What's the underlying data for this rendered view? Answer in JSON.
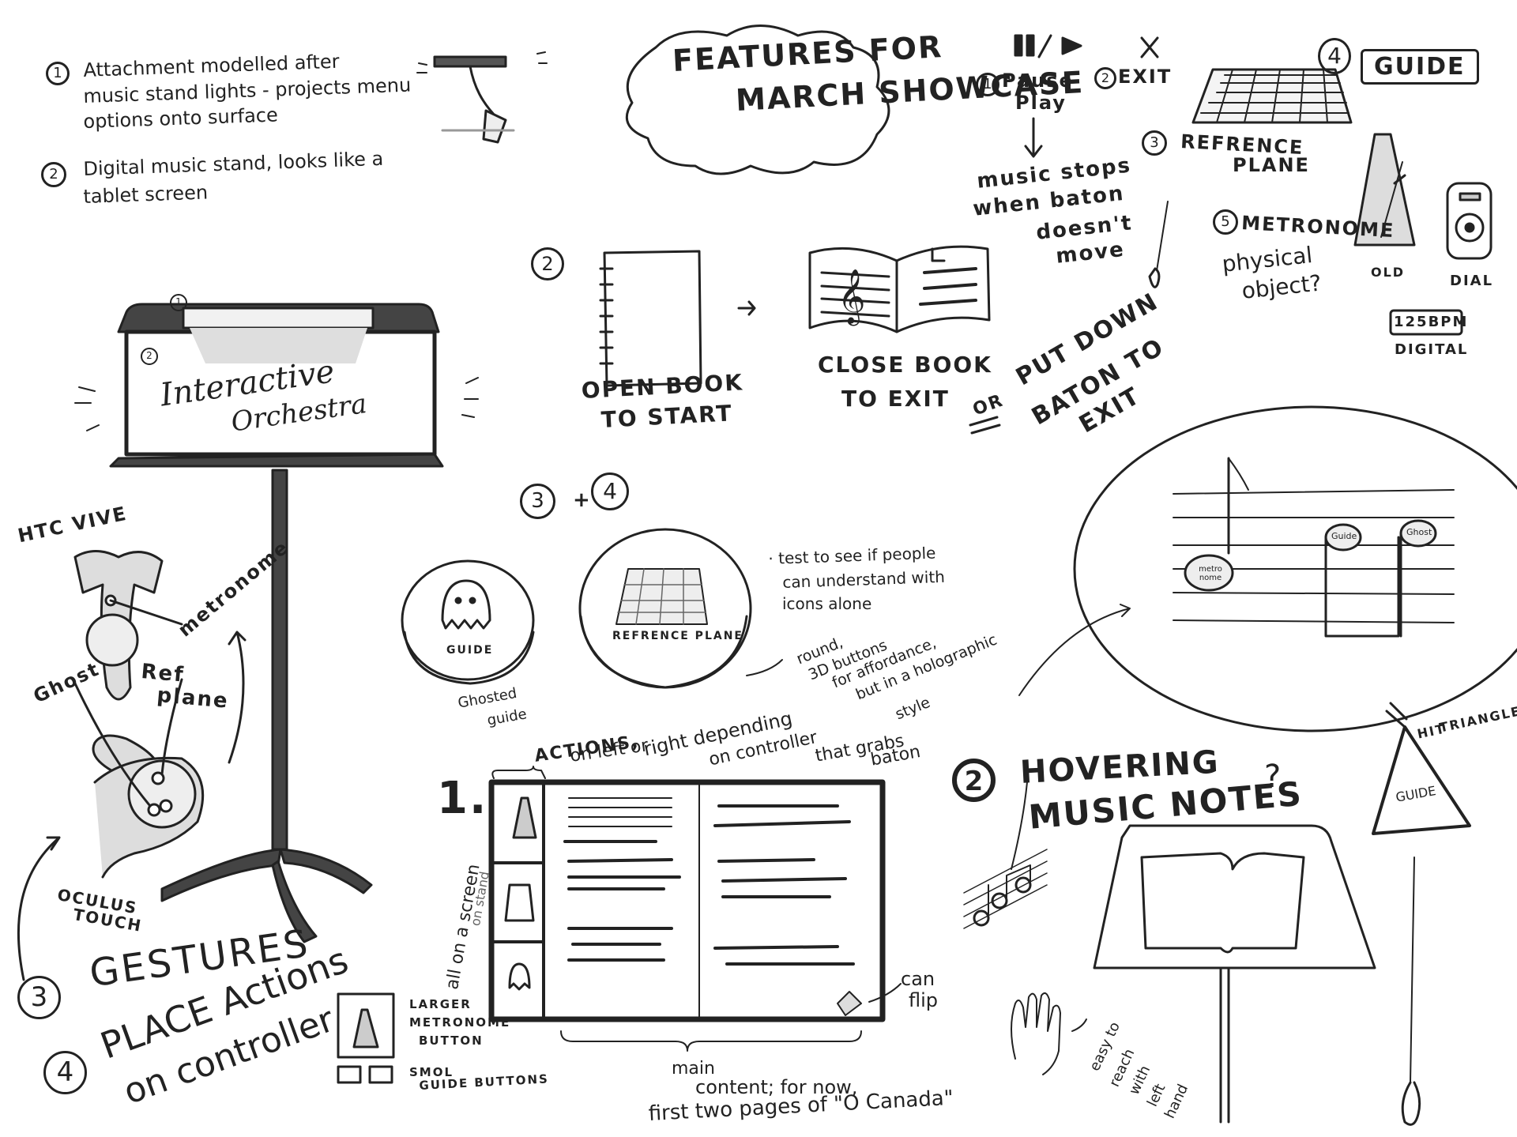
{
  "notes": {
    "n1_num": "1",
    "n1_line1": "Attachment modelled after",
    "n1_line2": "music stand lights - projects menu",
    "n1_line3": "options onto surface",
    "n2_num": "2",
    "n2_line1": "Digital music stand, looks like a",
    "n2_line2": "tablet screen"
  },
  "stand": {
    "marker1": "1",
    "marker2": "2",
    "screen_line1": "Interactive",
    "screen_line2": "Orchestra"
  },
  "controllers": {
    "htc": "HTC VIVE",
    "metronome": "metronome",
    "ghost": "Ghost",
    "ref": "Ref",
    "plane": "plane",
    "oculus1": "OCULUS",
    "oculus2": "TOUCH",
    "g3_num": "3",
    "gestures": "GESTURES",
    "g4_num": "4",
    "place1": "PLACE Actions",
    "place2": "on controller"
  },
  "features": {
    "title1": "FEATURES FOR",
    "title2": "MARCH SHOWCASE",
    "pause_num": "1",
    "pause": "Pause",
    "play": "Play",
    "exit_num": "2",
    "exit": "EXIT",
    "stops1": "music stops",
    "stops2": "when baton",
    "stops3": "doesn't",
    "stops4": "move",
    "guide_num": "4",
    "guide": "GUIDE",
    "ref_num": "3",
    "ref1": "REFRENCE",
    "ref2": "PLANE",
    "met_num": "5",
    "metronome": "METRONOME",
    "phys1": "physical",
    "phys2": "object?",
    "old": "OLD",
    "dial": "DIAL",
    "bpm": "125BPM",
    "digital": "DIGITAL"
  },
  "book": {
    "num": "2",
    "open1": "OPEN BOOK",
    "open2": "TO START",
    "close1": "CLOSE BOOK",
    "close2": "TO EXIT",
    "or": "OR",
    "put1": "PUT DOWN",
    "put2": "BATON TO",
    "put3": "EXIT"
  },
  "buttons": {
    "num3": "3",
    "plus": "+",
    "num4": "4",
    "guide": "GUIDE",
    "refplane": "REFRENCE PLANE",
    "ghosted1": "Ghosted",
    "ghosted2": "guide",
    "test1": "· test to see if people",
    "test2": "can understand with",
    "test3": "icons alone",
    "round1": "round,",
    "round2": "3D buttons",
    "round3": "for affordance,",
    "round4": "but in a holographic",
    "round5": "style"
  },
  "notes_bubble": {
    "metronome": "metro nome",
    "guide": "Guide",
    "ghost": "Ghost"
  },
  "screen": {
    "num": "1.",
    "actions1": "ACTIONS,",
    "actions2": "on left or",
    "actions3": "right depending",
    "actions4": "on controller",
    "actions5": "that grabs",
    "actions6": "baton",
    "side1": "all on a screen",
    "side2": "on stand",
    "canflip1": "can",
    "canflip2": "flip",
    "larger1": "LARGER",
    "larger2": "METRONOME",
    "larger3": "BUTTON",
    "smol1": "SMOL",
    "smol2": "GUIDE BUTTONS",
    "main1": "main",
    "main2": "content; for now,",
    "main3": "first two pages of \"O Canada\""
  },
  "hover": {
    "num": "2",
    "line1": "HOVERING",
    "line2": "MUSIC NOTES",
    "q": "?",
    "hit1": "HIT",
    "hit2": "TRIANGLE",
    "guide": "GUIDE",
    "easy1": "easy to",
    "easy2": "reach",
    "easy3": "with",
    "easy4": "left",
    "easy5": "hand"
  },
  "colors": {
    "ink": "#222222",
    "shade": "#d8d8d8",
    "shade_dark": "#bdbdbd"
  }
}
